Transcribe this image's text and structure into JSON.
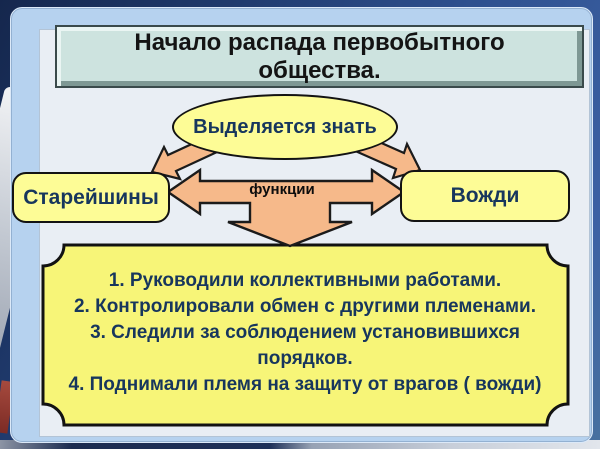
{
  "title": {
    "text": "Начало распада первобытного общества."
  },
  "diagram": {
    "ellipse_label": "Выделяется знать",
    "left_box_label": "Старейшины",
    "right_box_label": "Вожди",
    "arrow_label": "функции",
    "functions": [
      "1. Руководили  коллективными работами.",
      "2. Контролировали обмен с другими племенами.",
      "3. Следили за соблюдением установившихся порядков.",
      "4. Поднимали племя на защиту от врагов ( вожди)"
    ]
  },
  "colors": {
    "background_navy": "#1d3666",
    "frame_blue": "#b6d2ef",
    "panel": "#e9eef4",
    "title_fill": "#cde3df",
    "shape_yellow": "#fdfc96",
    "plaque_yellow": "#f7f578",
    "arrow_peach": "#f6b98a",
    "outline_black": "#131313",
    "text_navy": "#17365d",
    "accent_red": "#8b3a30"
  }
}
